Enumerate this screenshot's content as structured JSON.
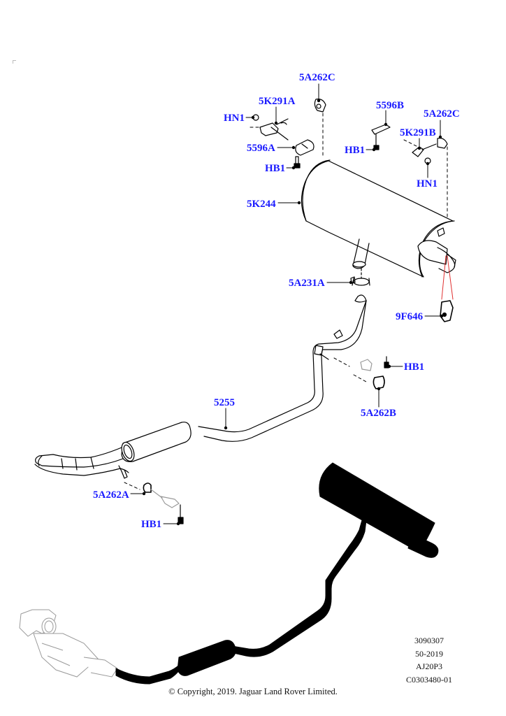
{
  "diagram": {
    "title": "Exhaust system parts diagram",
    "callouts": {
      "c_5a262c_left": "5A262C",
      "c_5k291a": "5K291A",
      "c_hn1_left": "HN1",
      "c_5596a": "5596A",
      "c_hb1_top_left": "HB1",
      "c_5596b": "5596B",
      "c_5a262c_right": "5A262C",
      "c_5k291b": "5K291B",
      "c_hb1_top_right": "HB1",
      "c_hn1_right": "HN1",
      "c_5k244": "5K244",
      "c_5a231a": "5A231A",
      "c_9f646": "9F646",
      "c_hb1_mid": "HB1",
      "c_5a262b": "5A262B",
      "c_5255": "5255",
      "c_5a262a": "5A262A",
      "c_hb1_bottom": "HB1"
    },
    "colors": {
      "callout": "#1a1aff",
      "line": "#000000",
      "sensor_leader": "#e03030",
      "ghost_part": "#9a9a9a",
      "silhouette": "#000000"
    }
  },
  "reference": {
    "lines": [
      "3090307",
      "50-2019",
      "AJ20P3",
      "C0303480-01"
    ]
  },
  "copyright": "© Copyright, 2019. Jaguar Land Rover Limited."
}
